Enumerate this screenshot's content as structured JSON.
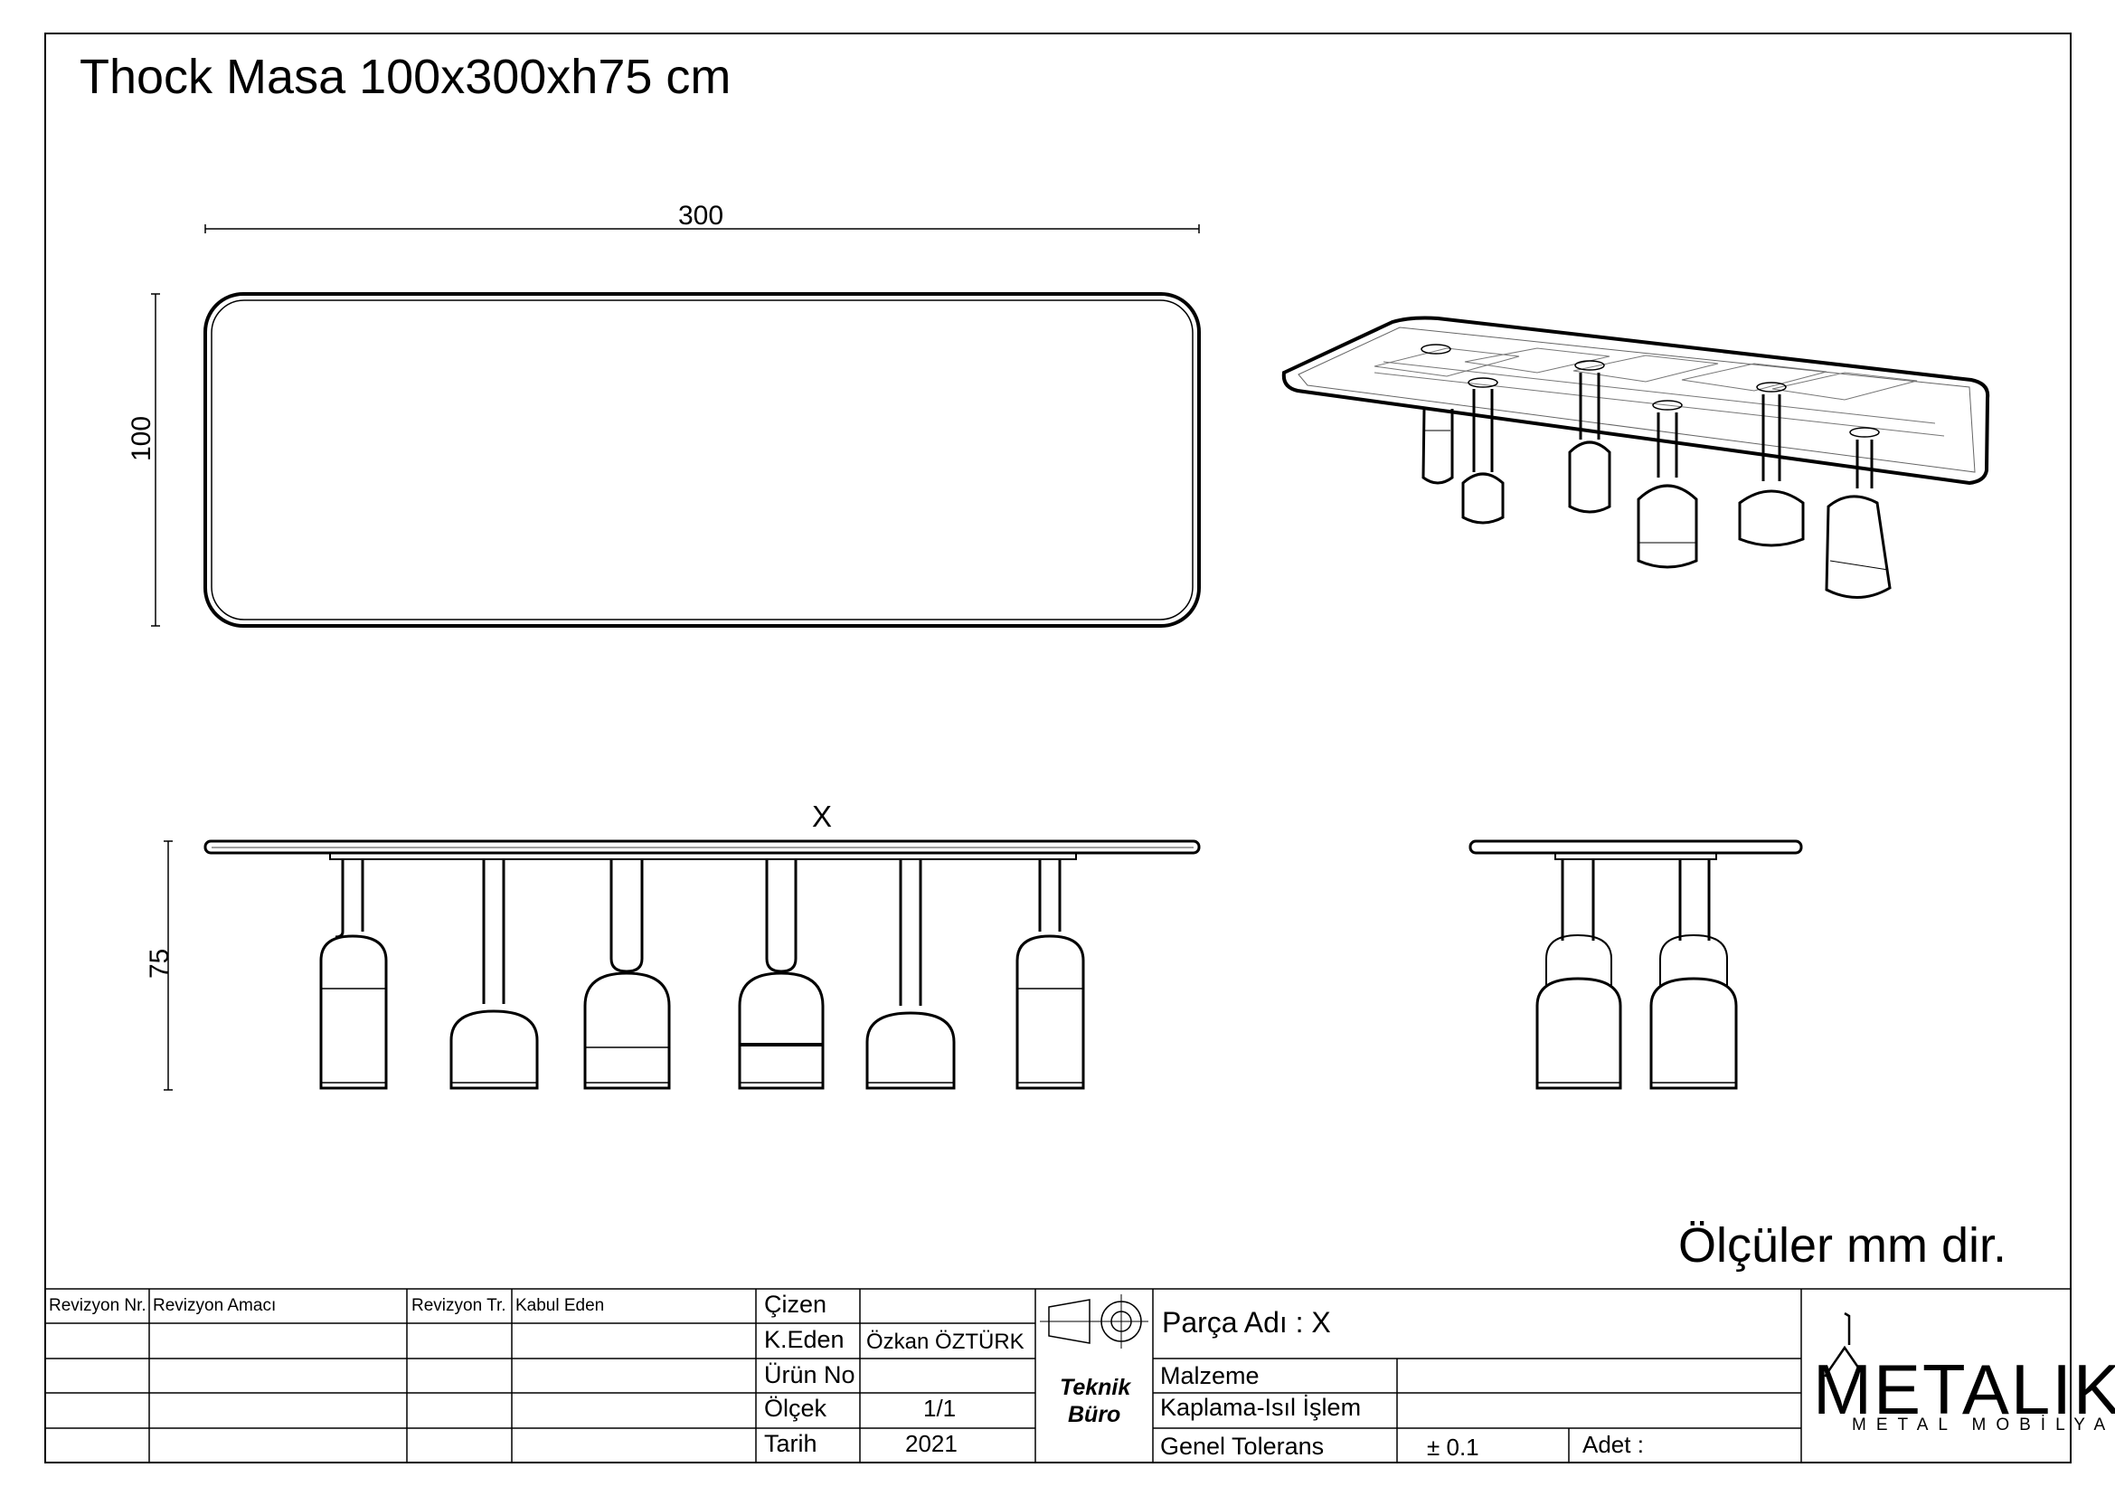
{
  "drawing": {
    "title": "Thock Masa 100x300xh75 cm",
    "note": "Ölçüler mm dir.",
    "dims": {
      "length": "300",
      "width": "100",
      "height": "75",
      "section_marker": "X"
    }
  },
  "title_block": {
    "revision_headers": [
      "Revizyon Nr.",
      "Revizyon Amacı",
      "Revizyon Tr.",
      "Kabul Eden"
    ],
    "fields": {
      "drawn_label": "Çizen",
      "drawn_value": "",
      "approved_label": "K.Eden",
      "approved_value": "Özkan ÖZTÜRK",
      "product_no_label": "Ürün No",
      "product_no_value": "",
      "scale_label": "Ölçek",
      "scale_value": "1/1",
      "date_label": "Tarih",
      "date_value": "2021"
    },
    "dept_line1": "Teknik",
    "dept_line2": "Büro",
    "part_name": "Parça Adı : X",
    "material_label": "Malzeme",
    "coating_label": "Kaplama-Isıl İşlem",
    "tolerance_label": "Genel Tolerans",
    "tolerance_value": "± 0.1",
    "quantity_label": "Adet :"
  },
  "logo": {
    "brand": "METALIKS",
    "tagline": "METAL MOBİLYA"
  }
}
